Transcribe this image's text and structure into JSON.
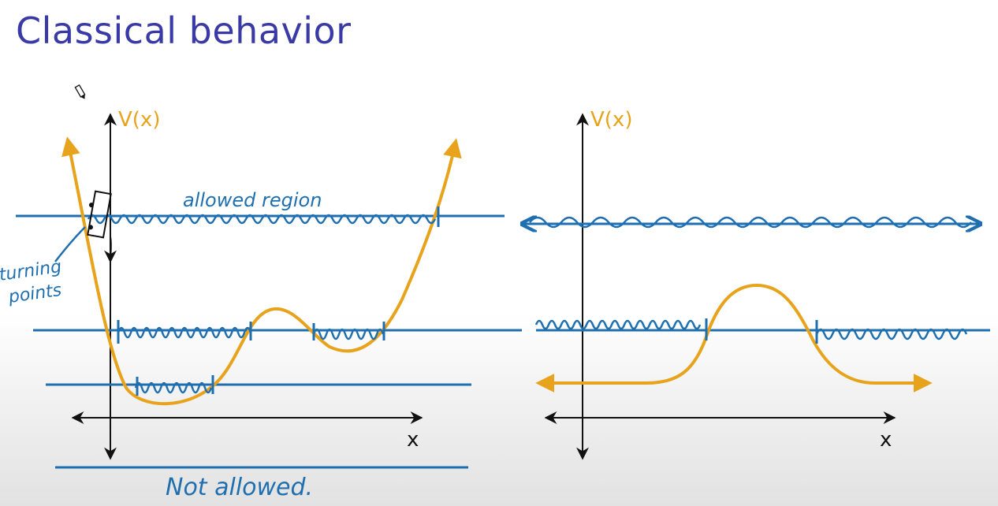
{
  "slide": {
    "title": "Classical behavior"
  },
  "left_plot": {
    "y_axis_label": "V(x)",
    "x_axis_label": "x",
    "annotations": {
      "allowed_region": "allowed region",
      "turning_points_line1": "turning",
      "turning_points_line2": "points",
      "not_allowed": "Not allowed."
    }
  },
  "right_plot": {
    "y_axis_label": "V(x)",
    "x_axis_label": "x"
  },
  "colors": {
    "title": "#3a3aa6",
    "axis": "#111111",
    "potential_curve": "#e8a31c",
    "energy_lines": "#1f6fb0"
  }
}
